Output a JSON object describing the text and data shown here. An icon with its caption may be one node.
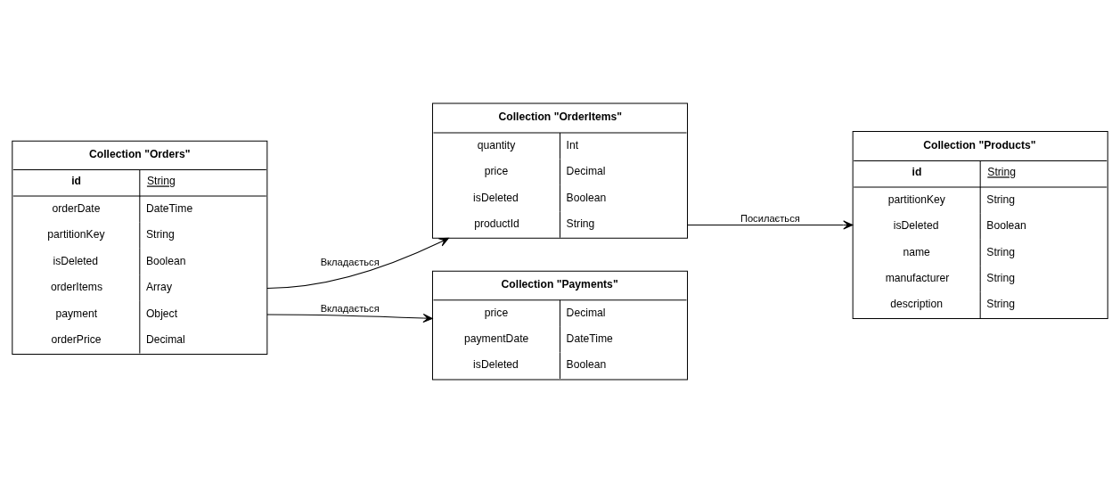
{
  "diagram": {
    "nodes": [
      {
        "text": [
          "Collection \"Orders\"",
          "id",
          "String",
          "orderDate",
          "DateTime",
          "partitionKey",
          "String",
          "isDeleted",
          "Boolean",
          "orderItems",
          "Array",
          "payment",
          "Object",
          "orderPrice",
          "Decimal"
        ]
      },
      {
        "text": [
          "Collection \"OrderItems\"",
          "quantity",
          "Int",
          "price",
          "Decimal",
          "isDeleted",
          "Boolean",
          "productId",
          "String"
        ]
      },
      {
        "text": [
          "Collection \"Payments\"",
          "price",
          "Decimal",
          "paymentDate",
          "DateTime",
          "isDeleted",
          "Boolean"
        ]
      },
      {
        "text": [
          "Collection \"Products\"",
          "id",
          "String",
          "partitionKey",
          "String",
          "isDeleted",
          "Boolean",
          "name",
          "String",
          "manufacturer",
          "String",
          "description",
          "String"
        ]
      }
    ],
    "edges": [
      {
        "from": 0,
        "to": 1,
        "arrow": "to",
        "label": "Вкладається"
      },
      {
        "from": 0,
        "to": 2,
        "arrow": "to",
        "label": "Вкладається"
      },
      {
        "from": 1,
        "to": 3,
        "arrow": "to",
        "label": "Посилається"
      }
    ]
  }
}
